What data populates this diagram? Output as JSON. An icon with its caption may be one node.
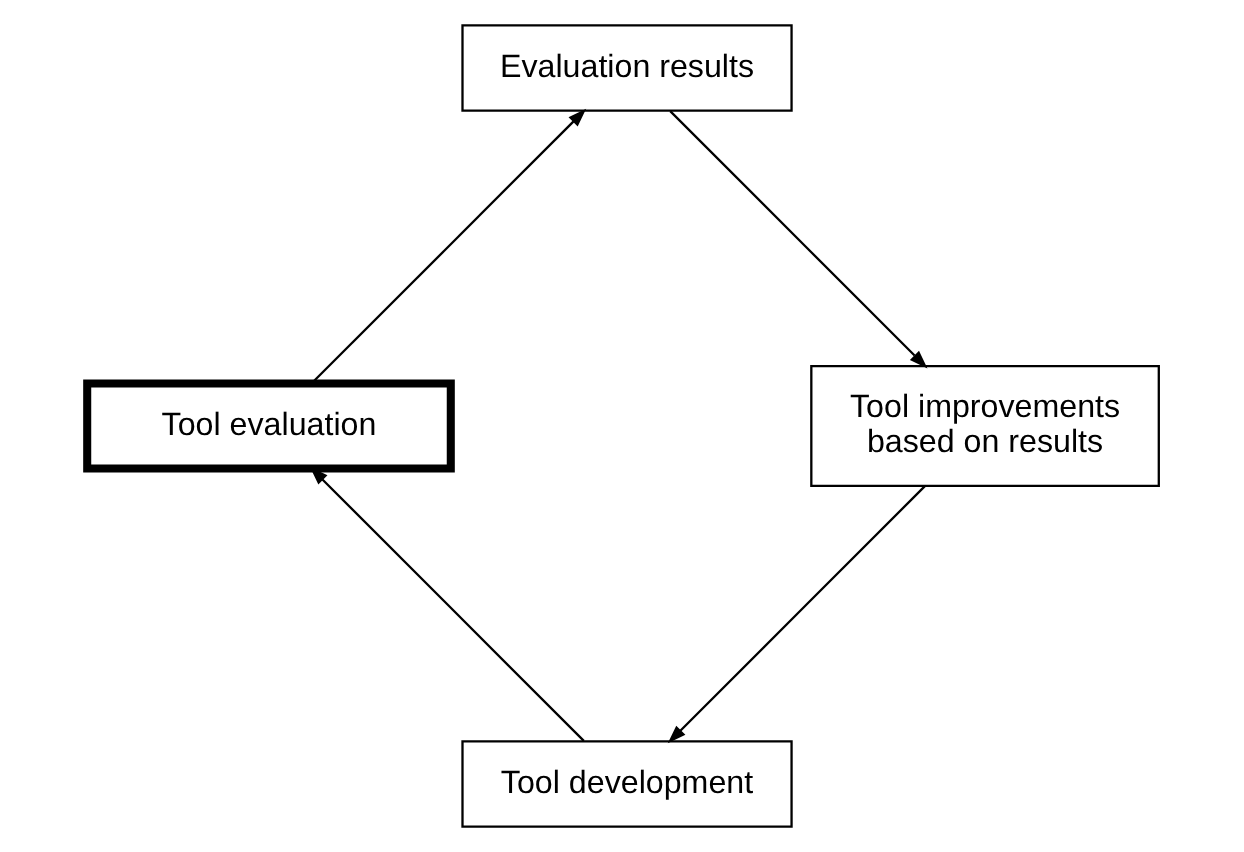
{
  "diagram": {
    "nodes": [
      {
        "text": [
          "Tool development"
        ]
      },
      {
        "text": [
          "Tool evaluation"
        ]
      },
      {
        "text": [
          "Evaluation results"
        ]
      },
      {
        "text": [
          "Tool improvements based on results"
        ]
      }
    ],
    "edges": [
      {
        "from": 0,
        "to": 1,
        "arrow": "to"
      },
      {
        "from": 1,
        "to": 2,
        "arrow": "to"
      },
      {
        "from": 2,
        "to": 3,
        "arrow": "to"
      },
      {
        "from": 3,
        "to": 0,
        "arrow": "to"
      }
    ]
  }
}
